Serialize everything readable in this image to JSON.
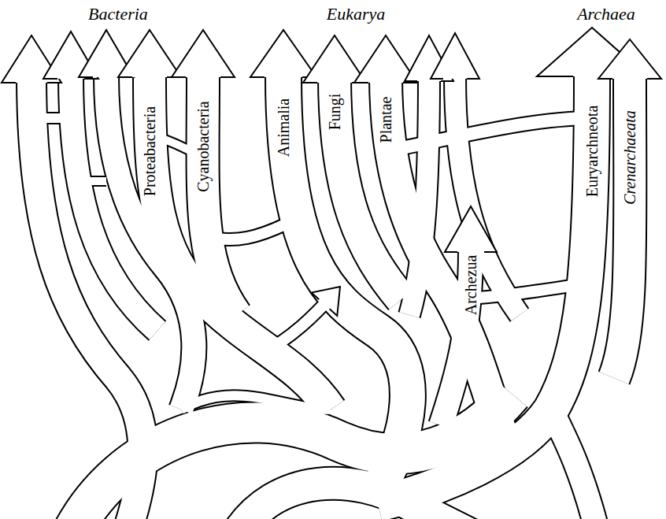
{
  "diagram": {
    "labels": [
      "Bacteria",
      "Eukarya",
      "Archaea",
      "Proteabacteria",
      "Cyanobacteria",
      "Animalia",
      "Fungi",
      "Plantae",
      "Archezua",
      "Euryarchneota",
      "Crenarchaeata"
    ]
  }
}
